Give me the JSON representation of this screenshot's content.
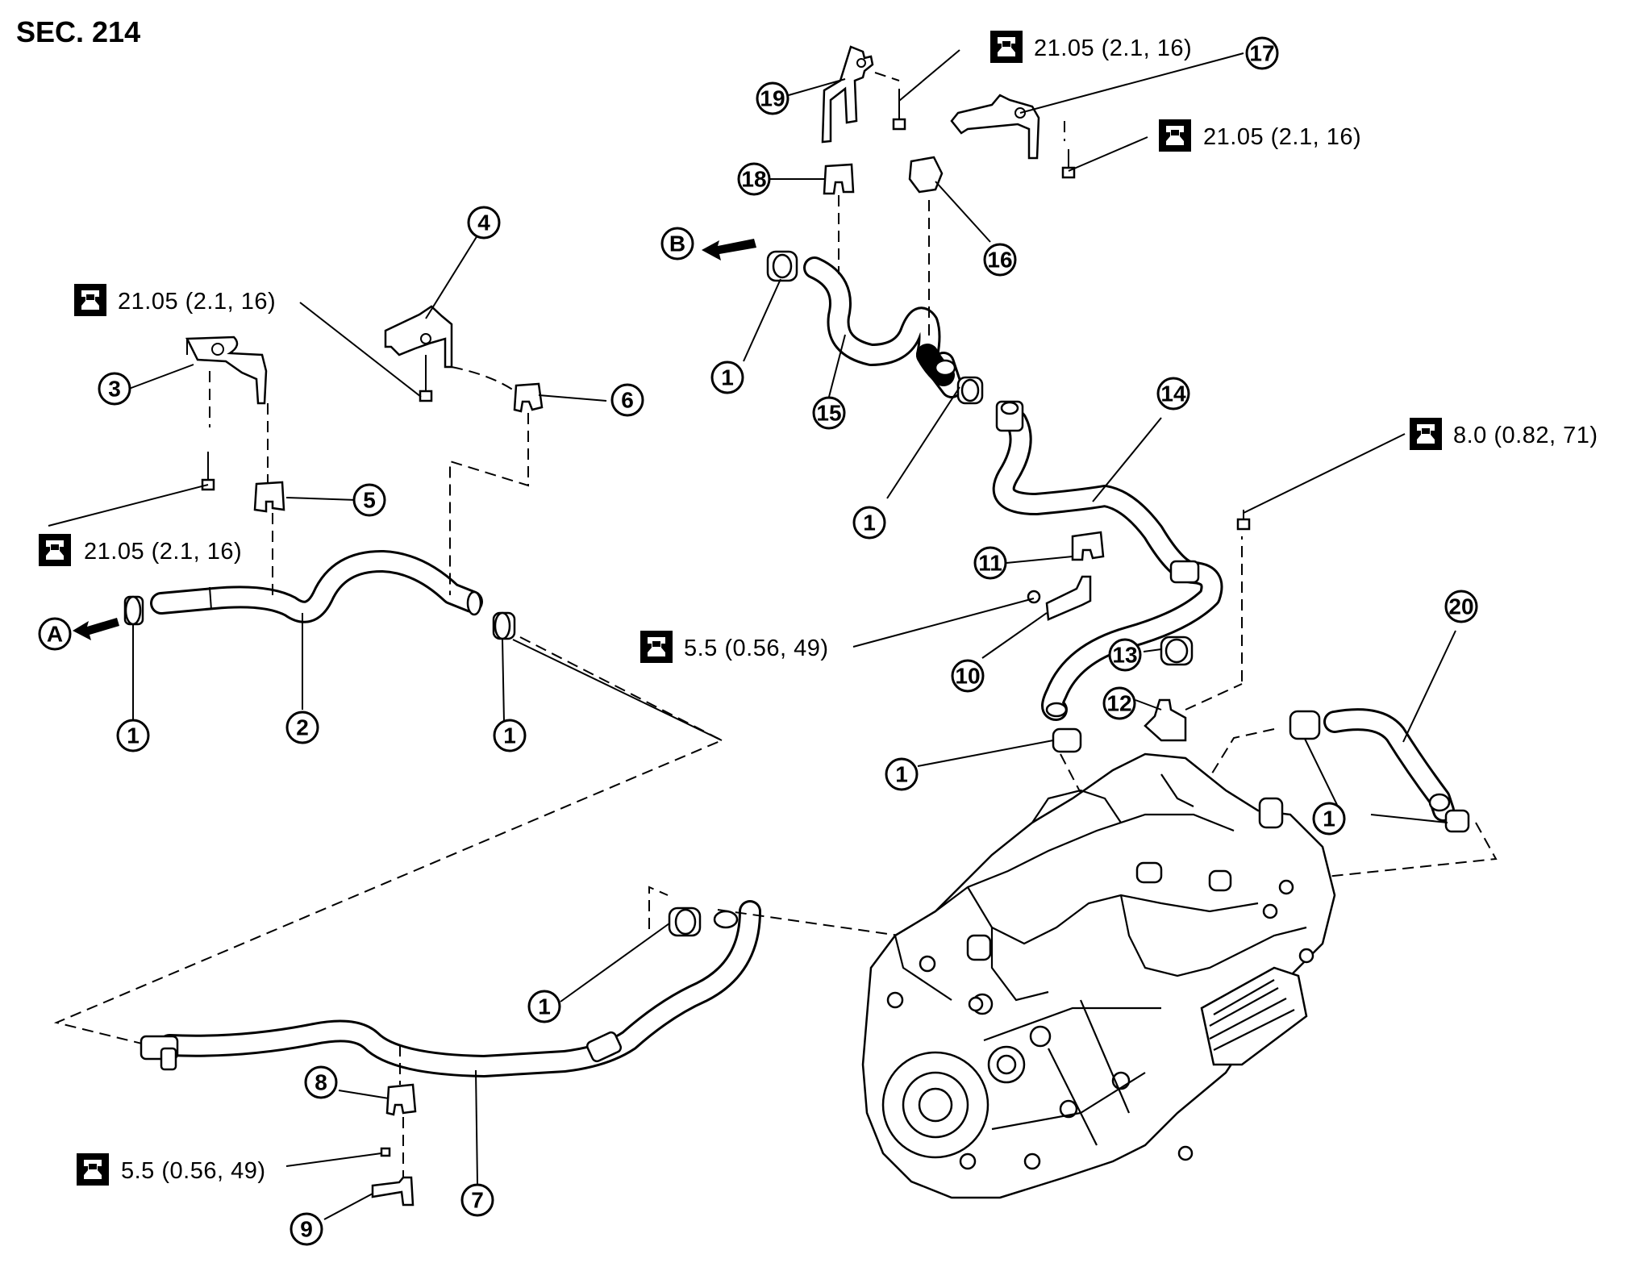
{
  "section_label": "SEC. 214",
  "torque_specs": [
    {
      "id": "t1",
      "value": "21.05 (2.1, 16)"
    },
    {
      "id": "t2",
      "value": "21.05 (2.1, 16)"
    },
    {
      "id": "t3",
      "value": "21.05 (2.1, 16)"
    },
    {
      "id": "t4",
      "value": "21.05 (2.1, 16)"
    },
    {
      "id": "t5",
      "value": "8.0 (0.82, 71)"
    },
    {
      "id": "t6",
      "value": "5.5 (0.56, 49)"
    },
    {
      "id": "t7",
      "value": "5.5 (0.56, 49)"
    }
  ],
  "callouts": [
    {
      "id": "c1a",
      "label": "1"
    },
    {
      "id": "c1b",
      "label": "1"
    },
    {
      "id": "c1c",
      "label": "1"
    },
    {
      "id": "c1d",
      "label": "1"
    },
    {
      "id": "c1e",
      "label": "1"
    },
    {
      "id": "c1f",
      "label": "1"
    },
    {
      "id": "c1g",
      "label": "1"
    },
    {
      "id": "c2",
      "label": "2"
    },
    {
      "id": "c3",
      "label": "3"
    },
    {
      "id": "c4",
      "label": "4"
    },
    {
      "id": "c5",
      "label": "5"
    },
    {
      "id": "c6",
      "label": "6"
    },
    {
      "id": "c7",
      "label": "7"
    },
    {
      "id": "c8",
      "label": "8"
    },
    {
      "id": "c9",
      "label": "9"
    },
    {
      "id": "c10",
      "label": "10"
    },
    {
      "id": "c11",
      "label": "11"
    },
    {
      "id": "c12",
      "label": "12"
    },
    {
      "id": "c13",
      "label": "13"
    },
    {
      "id": "c14",
      "label": "14"
    },
    {
      "id": "c15",
      "label": "15"
    },
    {
      "id": "c16",
      "label": "16"
    },
    {
      "id": "c17",
      "label": "17"
    },
    {
      "id": "c18",
      "label": "18"
    },
    {
      "id": "c19",
      "label": "19"
    },
    {
      "id": "c20",
      "label": "20"
    }
  ],
  "direction_markers": [
    {
      "id": "A",
      "label": "A"
    },
    {
      "id": "B",
      "label": "B"
    }
  ],
  "icons": {
    "torque": "torque-wrench-icon",
    "arrow": "direction-arrow-icon"
  }
}
